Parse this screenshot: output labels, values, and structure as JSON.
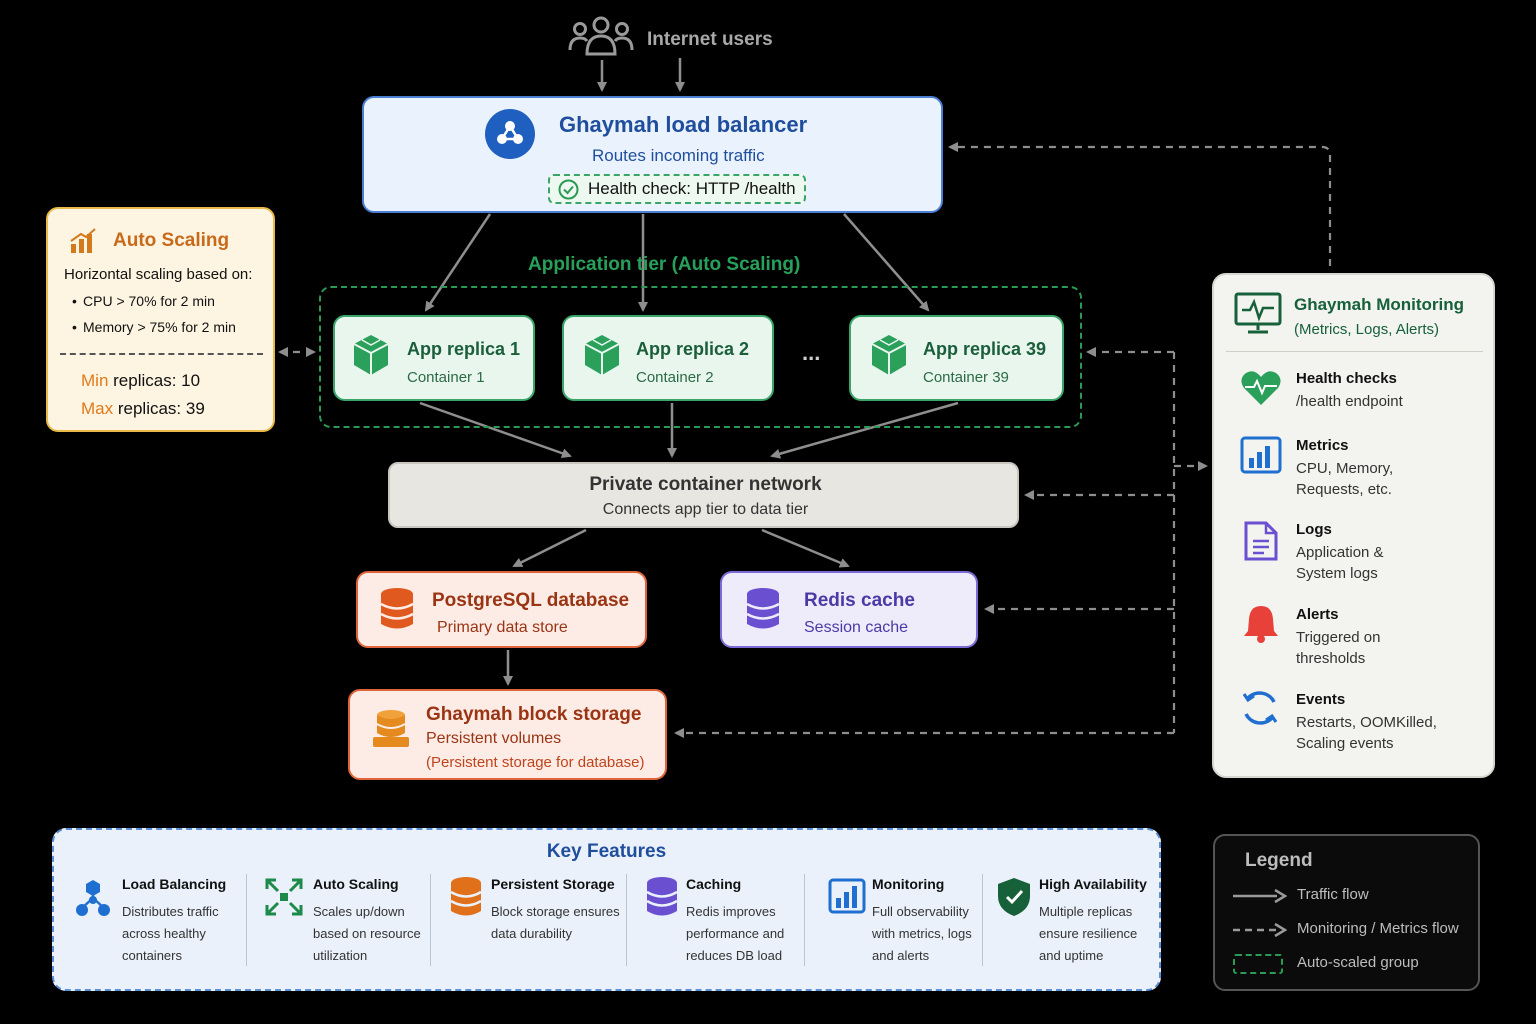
{
  "users": {
    "label": "Internet users"
  },
  "load_balancer": {
    "title": "Ghaymah load balancer",
    "subtitle": "Routes incoming traffic",
    "health_check": "Health check: HTTP /health"
  },
  "app_tier": {
    "title": "Application tier (Auto Scaling)",
    "ellipsis": "...",
    "replicas": [
      {
        "title": "App replica 1",
        "subtitle": "Container 1"
      },
      {
        "title": "App replica 2",
        "subtitle": "Container 2"
      },
      {
        "title": "App replica 39",
        "subtitle": "Container 39"
      }
    ]
  },
  "auto_scaling": {
    "title": "Auto Scaling",
    "intro": "Horizontal scaling based on:",
    "rules": [
      "CPU > 70% for 2 min",
      "Memory > 75% for 2 min"
    ],
    "min_key": "Min",
    "min_text": " replicas:",
    "min_value": "10",
    "max_key": "Max",
    "max_text": " replicas:",
    "max_value": "39"
  },
  "network": {
    "title": "Private container network",
    "subtitle": "Connects app tier to data tier"
  },
  "postgres": {
    "title": "PostgreSQL database",
    "subtitle": "Primary data store"
  },
  "redis": {
    "title": "Redis cache",
    "subtitle": "Session cache"
  },
  "storage": {
    "title": "Ghaymah block storage",
    "subtitle": "Persistent volumes",
    "note": "(Persistent storage for database)"
  },
  "monitoring": {
    "title": "Ghaymah Monitoring",
    "subtitle": "(Metrics, Logs, Alerts)",
    "items": [
      {
        "title": "Health checks",
        "lines": [
          "/health endpoint"
        ]
      },
      {
        "title": "Metrics",
        "lines": [
          "CPU, Memory,",
          "Requests, etc."
        ]
      },
      {
        "title": "Logs",
        "lines": [
          "Application &",
          "System logs"
        ]
      },
      {
        "title": "Alerts",
        "lines": [
          "Triggered on",
          "thresholds"
        ]
      },
      {
        "title": "Events",
        "lines": [
          "Restarts, OOMKilled,",
          "Scaling events"
        ]
      }
    ]
  },
  "key_features": {
    "title": "Key Features",
    "items": [
      {
        "title": "Load Balancing",
        "lines": [
          "Distributes traffic",
          "across healthy",
          "containers"
        ]
      },
      {
        "title": "Auto Scaling",
        "lines": [
          "Scales up/down",
          "based on resource",
          "utilization"
        ]
      },
      {
        "title": "Persistent Storage",
        "lines": [
          "Block storage ensures",
          "data durability"
        ]
      },
      {
        "title": "Caching",
        "lines": [
          "Redis improves",
          "performance and",
          "reduces DB load"
        ]
      },
      {
        "title": "Monitoring",
        "lines": [
          "Full observability",
          "with metrics, logs",
          "and alerts"
        ]
      },
      {
        "title": "High Availability",
        "lines": [
          "Multiple replicas",
          "ensure resilience",
          "and uptime"
        ]
      }
    ]
  },
  "legend": {
    "title": "Legend",
    "items": [
      "Traffic flow",
      "Monitoring / Metrics flow",
      "Auto-scaled group"
    ]
  },
  "colors": {
    "blue": "#1f4e9c",
    "green": "#1d8a4a",
    "orange": "#c86a1a",
    "red": "#b5391a",
    "purple": "#4b3aa6",
    "monitor": "#16603a"
  }
}
